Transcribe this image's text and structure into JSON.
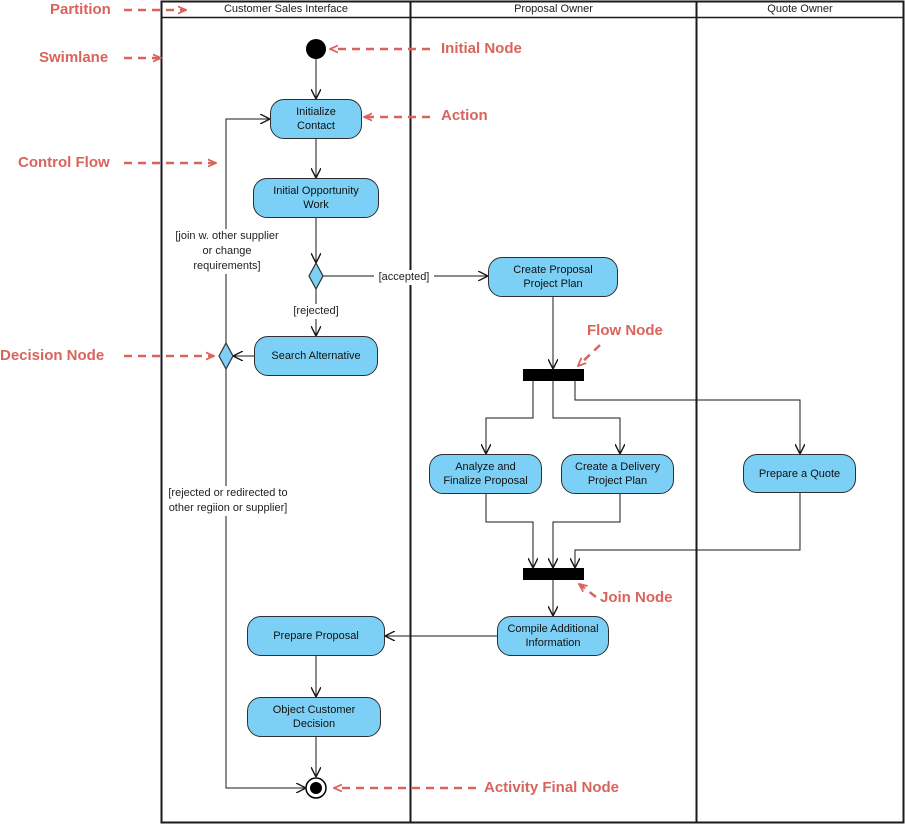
{
  "lanes": {
    "customer": "Customer Sales Interface",
    "proposal": "Proposal Owner",
    "quote": "Quote Owner"
  },
  "actions": {
    "initialize_contact": "Initialize Contact",
    "initial_opportunity": "Initial Opportunity Work",
    "search_alternative": "Search Alternative",
    "create_proposal_plan": "Create Proposal Project Plan",
    "analyze_finalize": "Analyze and Finalize Proposal",
    "create_delivery_plan": "Create a Delivery Project Plan",
    "prepare_quote": "Prepare a Quote",
    "compile_info": "Compile Additional Information",
    "prepare_proposal": "Prepare Proposal",
    "object_customer_decision": "Object Customer Decision"
  },
  "guards": {
    "accepted": "[accepted]",
    "rejected": "[rejected]",
    "join_other": "[join w. other supplier or change requirements]",
    "rejected_redirected": "[rejected or redirected to other regiion or supplier]"
  },
  "callouts": {
    "partition": "Partition",
    "swimlane": "Swimlane",
    "control_flow": "Control Flow",
    "decision_node": "Decision Node",
    "initial_node": "Initial Node",
    "action": "Action",
    "flow_node": "Flow Node",
    "join_node": "Join Node",
    "activity_final_node": "Activity Final Node"
  },
  "colors": {
    "action_fill": "#7dd0f5",
    "callout": "#d9645c",
    "line": "#1a1a1a"
  }
}
